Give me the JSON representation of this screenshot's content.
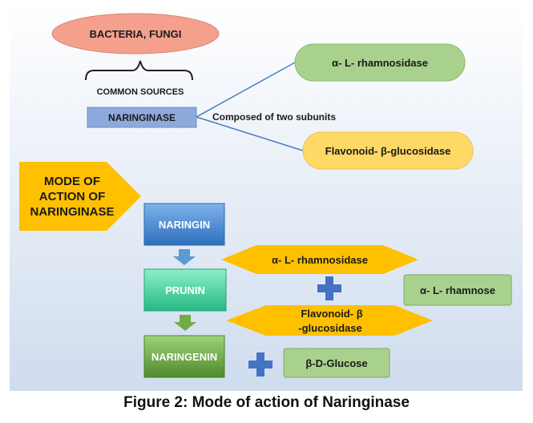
{
  "sources": {
    "organisms": "BACTERIA, FUNGI",
    "brace_label": "COMMON SOURCES"
  },
  "enzyme": {
    "name": "NARINGINASE",
    "composition_note": "Composed of two subunits",
    "subunit_1": "α- L- rhamnosidase",
    "subunit_2": "Flavonoid- β-glucosidase"
  },
  "mode": {
    "line_1": "MODE OF",
    "line_2": "ACTION OF",
    "line_3": "NARINGINASE"
  },
  "pathway": {
    "substrate": "NARINGIN",
    "intermediate": "PRUNIN",
    "product": "NARINGENIN",
    "step_1_enzyme": "α- L- rhamnosidase",
    "step_1_byproduct": "α- L- rhamnose",
    "step_2_enzyme_line_1": "Flavonoid- β",
    "step_2_enzyme_line_2": "-glucosidase",
    "step_2_byproduct": "β-D-Glucose"
  },
  "caption": "Figure 2: Mode of action of Naringinase",
  "colors": {
    "source_oval": "#f4a08c",
    "enzyme_box": "#8ea9db",
    "subunit_1_fill": "#a9d18e",
    "subunit_2_fill": "#ffd966",
    "mode_arrow": "#ffc000",
    "naringin_box": "#4a90d9",
    "prunin_box": "#3fd6a0",
    "naringenin_box": "#70ad47",
    "plus_sign": "#4472c4",
    "connector_line": "#4a7ebb"
  }
}
